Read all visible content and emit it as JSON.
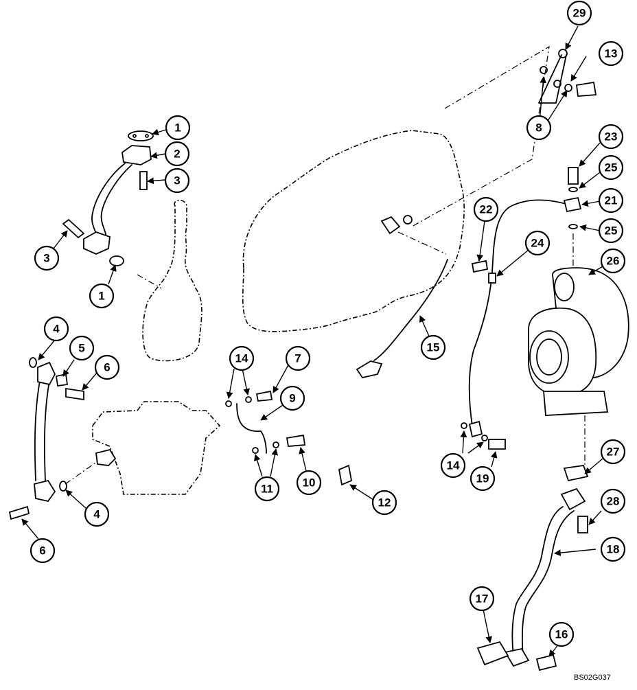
{
  "diagram": {
    "drawing_code": "BS02G037",
    "callouts": [
      "1",
      "2",
      "3",
      "4",
      "5",
      "6",
      "7",
      "8",
      "9",
      "10",
      "11",
      "12",
      "13",
      "14",
      "15",
      "16",
      "17",
      "18",
      "19",
      "21",
      "22",
      "23",
      "24",
      "25",
      "26",
      "27",
      "28",
      "29"
    ]
  }
}
